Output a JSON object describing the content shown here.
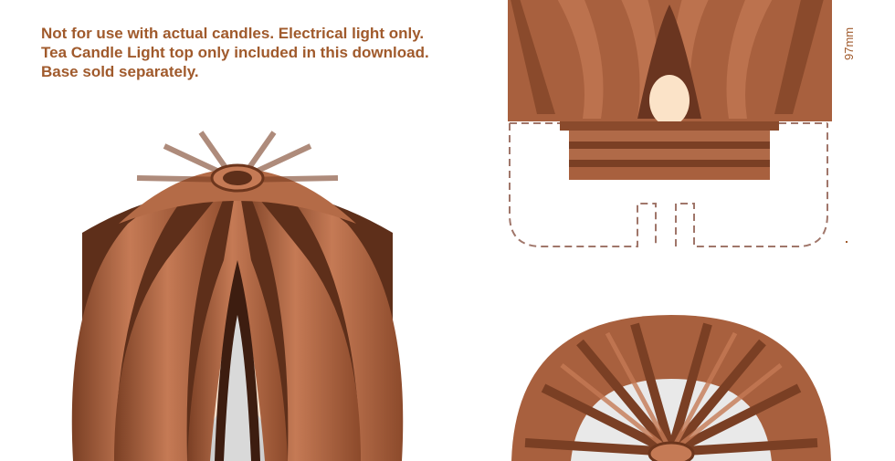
{
  "notice": {
    "line1": "Not for use with actual candles. Electrical light only.",
    "line2": "Tea Candle Light top only included in this download.",
    "line3": "Base sold separately."
  },
  "dimensions": {
    "height_label": "97mm"
  },
  "colors": {
    "brand": "#a05a2c",
    "copper_base": "#a8603e",
    "copper_dark": "#7a3f24",
    "copper_light": "#c57a55",
    "dashed_outline": "#a0766a",
    "flame_glow": "#fbe3c8"
  }
}
